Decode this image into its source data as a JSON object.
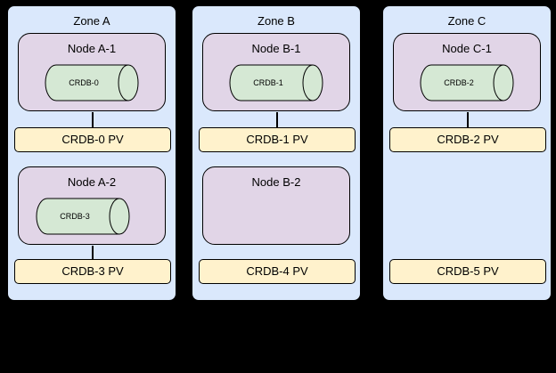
{
  "diagram": {
    "colors": {
      "background": "#000000",
      "zone_fill": "#dae8fc",
      "node_fill": "#e1d5e7",
      "cylinder_fill": "#d5e8d4",
      "pv_fill": "#fff2cc",
      "stroke": "#000000"
    },
    "zones": [
      {
        "title": "Zone A",
        "nodes": [
          {
            "title": "Node A-1",
            "cylinder": "CRDB-0"
          },
          {
            "title": "Node A-2",
            "cylinder": "CRDB-3"
          }
        ],
        "pvs": [
          "CRDB-0 PV",
          "CRDB-3 PV"
        ]
      },
      {
        "title": "Zone B",
        "nodes": [
          {
            "title": "Node B-1",
            "cylinder": "CRDB-1"
          },
          {
            "title": "Node B-2",
            "cylinder": ""
          }
        ],
        "pvs": [
          "CRDB-1 PV",
          "CRDB-4 PV"
        ]
      },
      {
        "title": "Zone C",
        "nodes": [
          {
            "title": "Node C-1",
            "cylinder": "CRDB-2"
          }
        ],
        "pvs": [
          "CRDB-2 PV",
          "CRDB-5 PV"
        ]
      }
    ]
  }
}
